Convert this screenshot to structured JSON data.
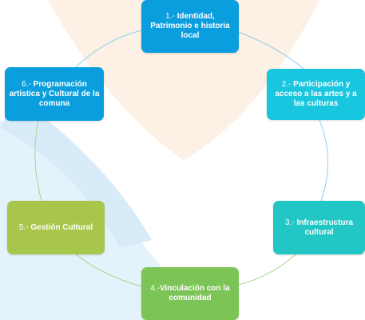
{
  "colors": {
    "blue": "#0a9ede",
    "cyan": "#18c6e0",
    "teal": "#22c7c5",
    "green": "#7dc456",
    "olive": "#a8c64c",
    "connector_blue": "#6ec3e6",
    "connector_green": "#9fd07c",
    "watermark_orange": "#fbe6d4",
    "watermark_blue": "#cfe8f7"
  },
  "nodes": [
    {
      "number": "1.-",
      "label": "Identidad, Patrimonio e historia local",
      "color": "#0a9ede"
    },
    {
      "number": "2.-",
      "label": "Participación y acceso a las artes y a las culturas",
      "color": "#18c6e0"
    },
    {
      "number": "3.-",
      "label": "Infraestructura cultural",
      "color": "#22c7c5"
    },
    {
      "number": "4.-",
      "label": "Vinculación con la comunidad",
      "color": "#7dc456"
    },
    {
      "number": "5.-",
      "label": "Gestión Cultural",
      "color": "#a8c64c"
    },
    {
      "number": "6.-",
      "label": "Programación artística y Cultural de la comuna",
      "color": "#0a9ede"
    }
  ]
}
